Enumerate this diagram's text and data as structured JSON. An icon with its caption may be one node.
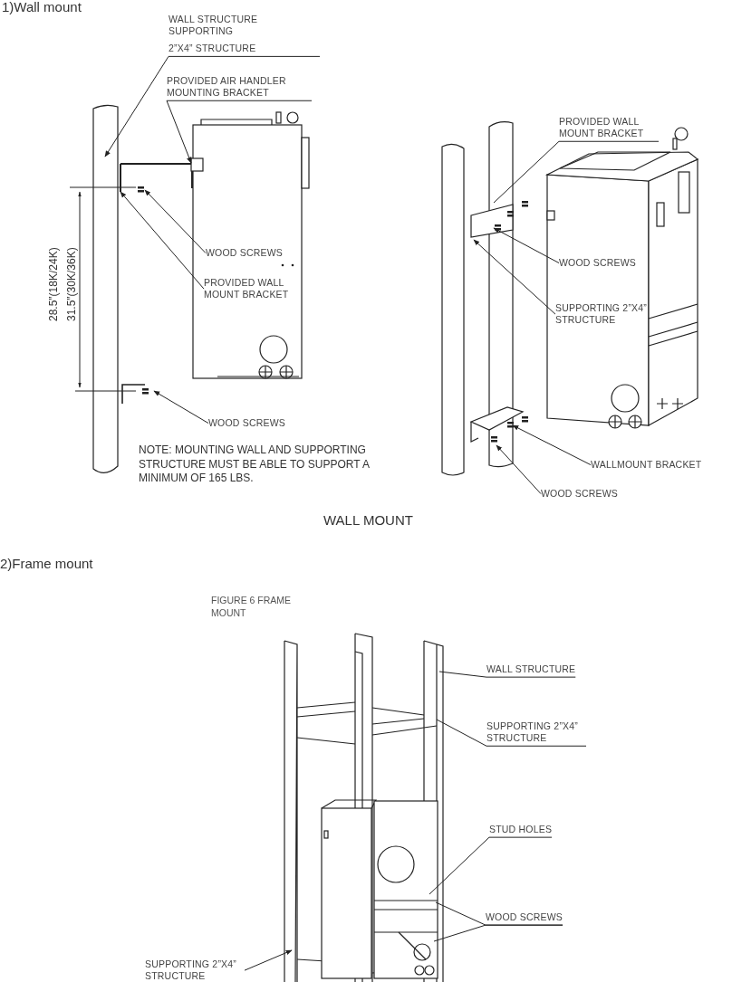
{
  "diagram": {
    "nodes": [
      {
        "text": [
          "WALL STRUCTURE SUPPORTING",
          "2”X4” STRUCTURE"
        ]
      },
      {
        "text": [
          "PROVIDED AIR HANDLER MOUNTING BRACKET"
        ]
      },
      {
        "text": [
          "PROVIDED WALL MOUNT BRACKET"
        ]
      },
      {
        "text": [
          "WOOD SCREWS"
        ]
      },
      {
        "text": [
          "WOOD SCREWS"
        ]
      },
      {
        "text": [
          "PROVIDED WALL MOUNT BRACKET"
        ]
      },
      {
        "text": [
          "SUPPORTING 2”X4” STRUCTURE"
        ]
      },
      {
        "text": [
          "WOOD SCREWS"
        ]
      },
      {
        "text": [
          "WALLMOUNT BRACKET"
        ]
      },
      {
        "text": [
          "WOOD SCREWS"
        ]
      },
      {
        "text": [
          "WALL STRUCTURE"
        ]
      },
      {
        "text": [
          "SUPPORTING 2”X4” STRUCTURE"
        ]
      },
      {
        "text": [
          "STUD HOLES"
        ]
      },
      {
        "text": [
          "WOOD SCREWS"
        ]
      },
      {
        "text": [
          "SUPPORTING 2”X4” STRUCTURE"
        ]
      }
    ],
    "edges": [
      {
        "from": 0,
        "to": null,
        "arrow": "to"
      },
      {
        "from": 1,
        "to": null,
        "arrow": "to"
      },
      {
        "from": 2,
        "to": null,
        "arrow": "none"
      },
      {
        "from": 3,
        "to": null,
        "arrow": "to"
      },
      {
        "from": 4,
        "to": null,
        "arrow": "to"
      },
      {
        "from": 5,
        "to": null,
        "arrow": "to"
      },
      {
        "from": 6,
        "to": null,
        "arrow": "to"
      },
      {
        "from": 7,
        "to": null,
        "arrow": "to"
      },
      {
        "from": 8,
        "to": null,
        "arrow": "to"
      },
      {
        "from": 9,
        "to": null,
        "arrow": "to"
      },
      {
        "from": 10,
        "to": null,
        "arrow": "none"
      },
      {
        "from": 11,
        "to": null,
        "arrow": "none"
      },
      {
        "from": 12,
        "to": null,
        "arrow": "none"
      },
      {
        "from": 13,
        "to": null,
        "arrow": "none"
      },
      {
        "from": 13,
        "to": null,
        "arrow": "none"
      },
      {
        "from": 14,
        "to": null,
        "arrow": "to"
      }
    ],
    "labels": [
      "1)Wall mount",
      "28.5″(18K/24K)",
      "31.5″(30K/36K)",
      "NOTE: MOUNTING WALL AND SUPPORTING STRUCTURE MUST BE ABLE TO SUPPORT A MINIMUM OF 165 LBS.",
      "WALL MOUNT",
      "2)Frame mount",
      "FIGURE 6 FRAME MOUNT"
    ]
  }
}
